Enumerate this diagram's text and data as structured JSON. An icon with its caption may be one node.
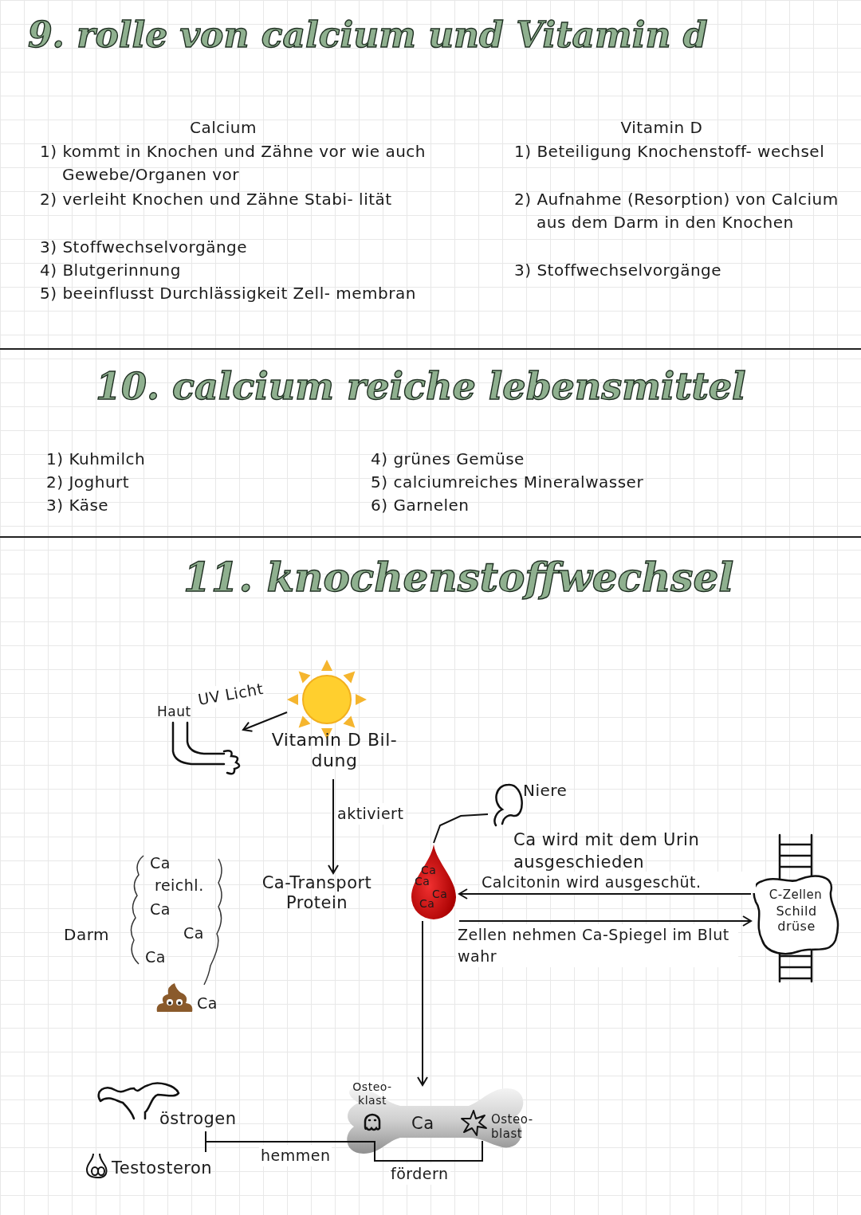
{
  "diagram": {
    "title": "9. rolle von calcium und Vitamin d",
    "nodes": [
      {
        "text": [
          "Haut"
        ]
      },
      {
        "text": [],
        "shape": "picture"
      },
      {
        "text": [
          "Vitamin D Bil- dung"
        ]
      },
      {
        "text": [
          "Niere"
        ],
        "beside": [
          "Ca wird mit dem Urin ausgeschieden"
        ]
      },
      {
        "text": [
          "Ca",
          "reichl.",
          "Ca",
          "Ca",
          "Ca"
        ],
        "beside": [
          "Darm"
        ]
      },
      {
        "text": [
          "Ca",
          "Ca",
          "Ca",
          "Ca"
        ]
      },
      {
        "text": [
          "Ca-Transport Protein"
        ]
      },
      {
        "text": [
          "C-Zellen",
          "Schild drüse"
        ]
      },
      {
        "text": [],
        "shape": "picture",
        "beside": [
          "Ca"
        ]
      },
      {
        "text": [
          "östrogen"
        ]
      },
      {
        "text": [
          "Ca"
        ]
      },
      {
        "text": [
          "Osteo- klast"
        ],
        "in": 10
      },
      {
        "text": [
          "Osteo- blast"
        ],
        "in": 10
      },
      {
        "text": [
          "Testosteron"
        ]
      }
    ],
    "edges": [
      {
        "from": 1,
        "to": 0,
        "arrow": "to",
        "label": "UV Licht"
      },
      {
        "from": 2,
        "to": 6,
        "arrow": "to",
        "label": "aktiviert"
      },
      {
        "from": 5,
        "to": 3,
        "arrow": "none"
      },
      {
        "from": 7,
        "to": 5,
        "arrow": "to",
        "label": "Calcitonin wird ausgeschüt."
      },
      {
        "from": 5,
        "to": 7,
        "arrow": "to",
        "label": "Zellen nehmen Ca-Spiegel im Blut wahr"
      },
      {
        "from": 5,
        "to": 10,
        "arrow": "to"
      },
      {
        "from": 9,
        "to": 11,
        "arrow": "none",
        "label": "hemmen"
      },
      {
        "from": 13,
        "to": 11,
        "arrow": "none"
      },
      {
        "from": 9,
        "to": 12,
        "arrow": "none",
        "label": "fördern"
      },
      {
        "from": 13,
        "to": 12,
        "arrow": "none"
      }
    ],
    "labels": [
      "Calcium",
      "1) kommt in Knochen und Zähne vor wie auch Gewebe/Organen vor",
      "2) verleiht Knochen und Zähne Stabi- lität",
      "3) Stoffwechselvorgänge",
      "4) Blutgerinnung",
      "5) beeinflusst Durchlässigkeit Zell- membran",
      "Vitamin D",
      "1) Beteiligung Knochenstoff- wechsel",
      "2) Aufnahme (Resorption) von Calcium aus dem Darm in den Knochen",
      "3) Stoffwechselvorgänge",
      "10. calcium reiche lebensmittel",
      "1) Kuhmilch",
      "2) Joghurt",
      "3) Käse",
      "4) grünes Gemüse",
      "5) calciumreiches Mineralwasser",
      "6) Garnelen",
      "11. knochenstoffwechsel"
    ]
  }
}
